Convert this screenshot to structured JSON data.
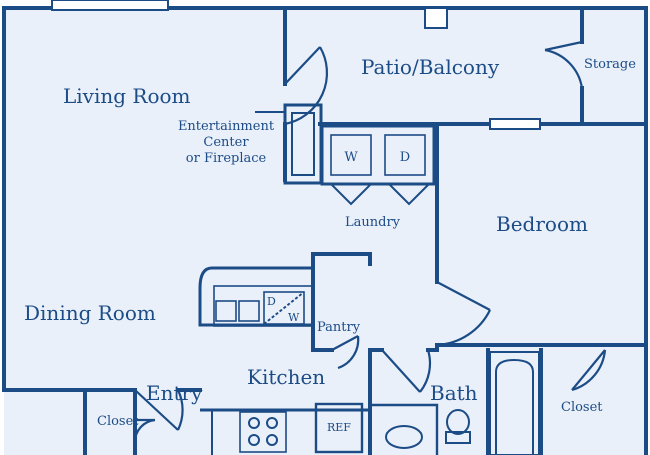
{
  "colors": {
    "wall": "#1c4c86",
    "floor": "#eaf0fa",
    "text": "#1c4c86",
    "background": "#ffffff"
  },
  "rooms": {
    "living_room": "Living Room",
    "patio_balcony": "Patio/Balcony",
    "storage": "Storage",
    "entertainment": "Entertainment",
    "center": "Center",
    "fireplace": "or Fireplace",
    "laundry": "Laundry",
    "washer": "W",
    "dryer": "D",
    "bedroom": "Bedroom",
    "dining_room": "Dining Room",
    "dishwasher_d": "D",
    "dishwasher_w": "W",
    "pantry": "Pantry",
    "kitchen": "Kitchen",
    "entry": "Entry",
    "bath": "Bath",
    "closet_left": "Closet",
    "closet_right": "Closet",
    "refrigerator": "REF"
  }
}
